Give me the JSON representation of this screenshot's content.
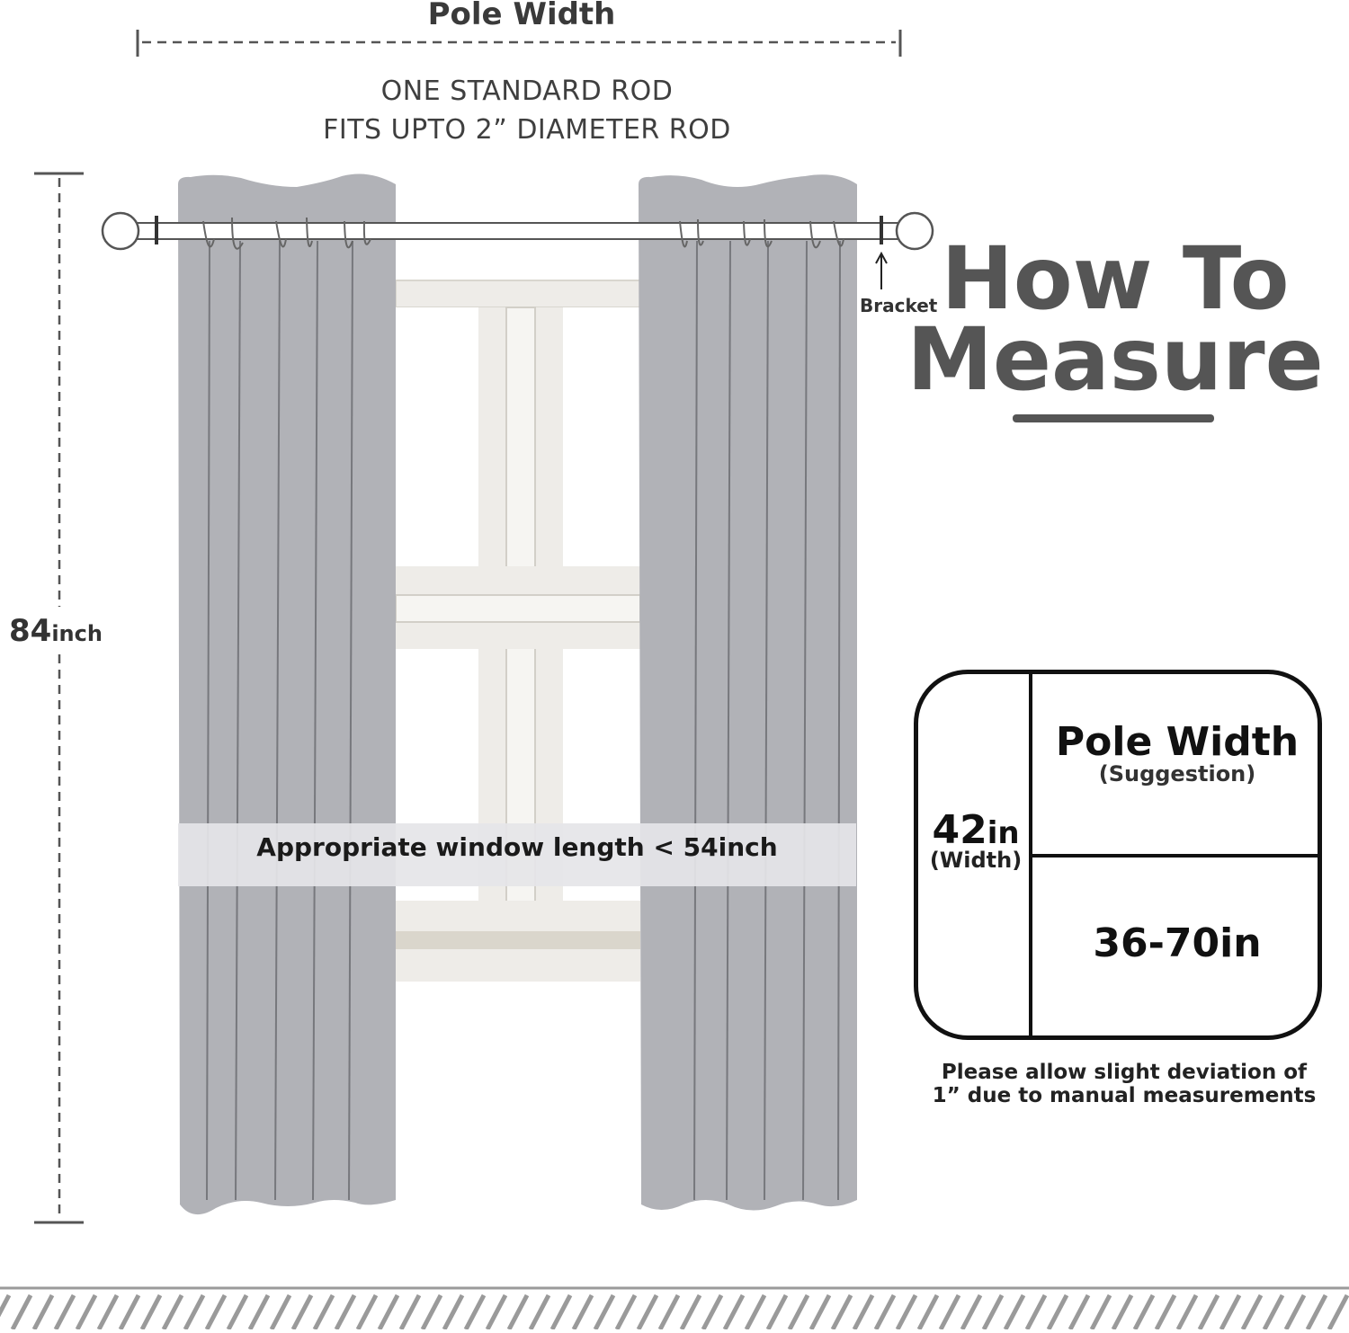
{
  "header": {
    "pole_width_label": "Pole Width",
    "rod_note_line1": "ONE STANDARD ROD",
    "rod_note_line2": "FITS UPTO 2” DIAMETER ROD"
  },
  "height": {
    "value": "84",
    "unit": "inch"
  },
  "bracket_label": "Bracket",
  "title": {
    "line1": "How To",
    "line2": "Measure"
  },
  "window_band_label": "Appropriate window length < 54inch",
  "size_table": {
    "width_value": "42",
    "width_unit": "in",
    "width_label": "(Width)",
    "pole_title": "Pole Width",
    "pole_sub": "(Suggestion)",
    "pole_range": "36-70in"
  },
  "footnote": {
    "line1": "Please allow slight deviation of",
    "line2": "1” due to manual measurements"
  },
  "colors": {
    "curtain": "#b1b2b7",
    "curtain_line": "#77787d",
    "window_frame": "#eeece8",
    "title_gray": "#555555",
    "floor_hatch": "#9a9a9a"
  }
}
